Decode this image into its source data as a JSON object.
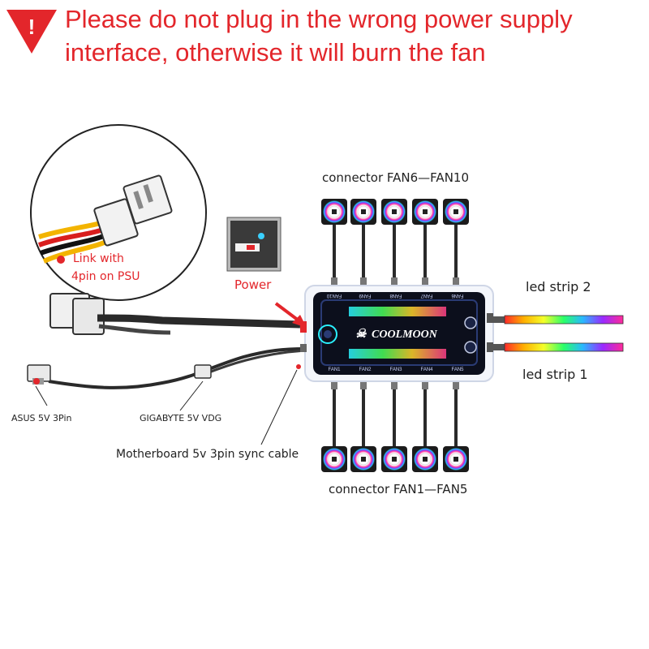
{
  "warning": {
    "icon": "warning-triangle-icon",
    "icon_glyph": "!",
    "color": "#e3262b",
    "line1": "Please do not plug in the wrong power supply",
    "line2": "interface, otherwise it will burn the fan"
  },
  "labels": {
    "connector_top": "connector  FAN6—FAN10",
    "connector_bottom": "connector  FAN1—FAN5",
    "led_strip_2": "led strip 2",
    "led_strip_1": "led strip 1",
    "psu_link_line1": "Link with",
    "psu_link_line2": "4pin on PSU",
    "power": "Power",
    "asus": "ASUS 5V 3Pin",
    "gigabyte": "GIGABYTE 5V  VDG",
    "sync_cable": "Motherboard 5v 3pin sync cable"
  },
  "hub": {
    "brand": "COOLMOON",
    "ports_top": [
      "FAN10",
      "FAN9",
      "FAN8",
      "FAN7",
      "FAN6"
    ],
    "ports_bottom": [
      "FAN1",
      "FAN2",
      "FAN3",
      "FAN4",
      "FAN5"
    ]
  },
  "colors": {
    "accent_red": "#e3262b",
    "hub_body": "#0c0f1c",
    "cable": "#2a2a2a"
  }
}
